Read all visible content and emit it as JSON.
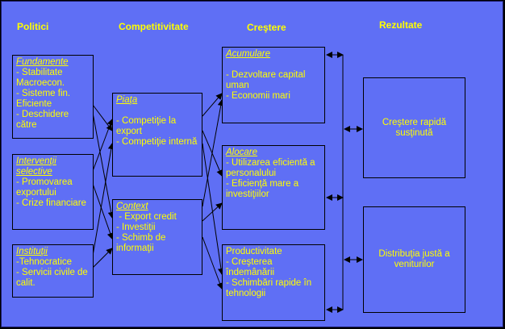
{
  "headers": {
    "politici": "Politici",
    "competitivitate": "Competitivitate",
    "crestere": "Creştere",
    "rezultate": "Rezultate"
  },
  "politici": {
    "fundamente": {
      "title": "Fundamente",
      "items": [
        "- Stabilitate Macroecon.",
        "- Sisteme fin. Eficiente",
        "- Deschidere către"
      ]
    },
    "interventii": {
      "title": "Intervenţii selective",
      "items": [
        "- Promovarea exportului",
        "- Crize financiare"
      ]
    },
    "institutii": {
      "title": "Instituţii",
      "items": [
        "-Tehnocratice",
        "- Servicii civile de calit."
      ]
    }
  },
  "competitivitate": {
    "piata": {
      "title": "Piaţa",
      "items": [
        "- Competiţie la export",
        "- Competiţie internă"
      ]
    },
    "context": {
      "title": "Context",
      "items": [
        " - Export credit",
        "- Investiţii",
        "- Schimb de informaţii"
      ]
    }
  },
  "crestere": {
    "acumulare": {
      "title": "Acumulare",
      "items": [
        "- Dezvoltare capital uman",
        "- Economii mari"
      ]
    },
    "alocare": {
      "title": "Alocare",
      "items": [
        "- Utilizarea eficientă a personalului",
        "- Eficienţă mare a investiţiilor"
      ]
    },
    "productivitate": {
      "title": "Productivitate",
      "items": [
        "- Creşterea îndemânării",
        "- Schimbări rapide în tehnologii"
      ]
    }
  },
  "rezultate": {
    "crestere_rapida": "Creştere rapidă susţinută",
    "distributie": "Distribuţia justă a veniturilor"
  },
  "colors": {
    "background": "#5f6ff5",
    "text": "#ffff00",
    "border": "#000000"
  }
}
